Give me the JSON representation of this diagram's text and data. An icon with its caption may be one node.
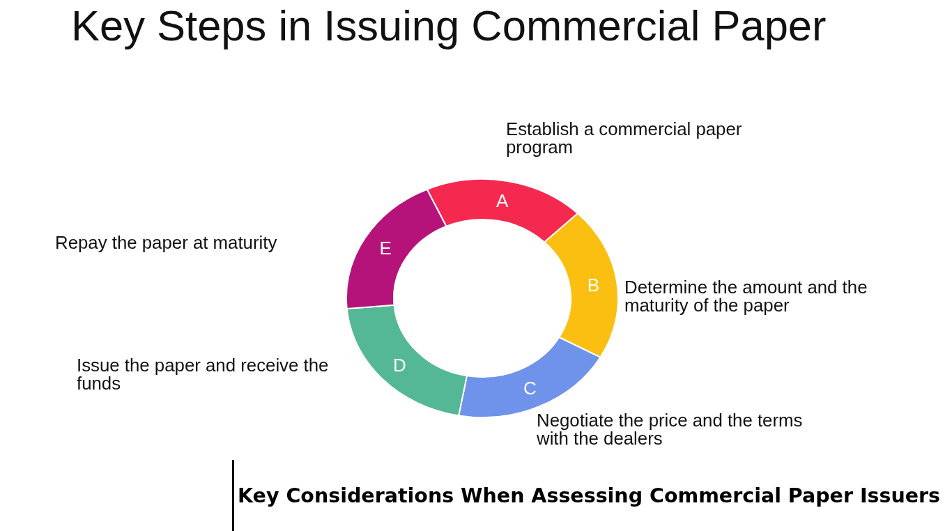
{
  "diagram": {
    "title": "Key Steps in Issuing Commercial Paper",
    "caption": "Key Considerations When Assessing Commercial Paper Issuers",
    "nodes": [
      {
        "text": [
          "A"
        ],
        "beside": [
          "Establish a commercial paper program"
        ]
      },
      {
        "text": [
          "B"
        ],
        "beside": [
          "Determine the amount and the maturity of the paper"
        ]
      },
      {
        "text": [
          "C"
        ],
        "beside": [
          "Negotiate the price and the terms with the dealers"
        ]
      },
      {
        "text": [
          "D"
        ],
        "beside": [
          "Issue the paper and receive the funds"
        ]
      },
      {
        "text": [
          "E"
        ]
      }
    ],
    "labels": [
      "Repay the paper at maturity"
    ]
  }
}
